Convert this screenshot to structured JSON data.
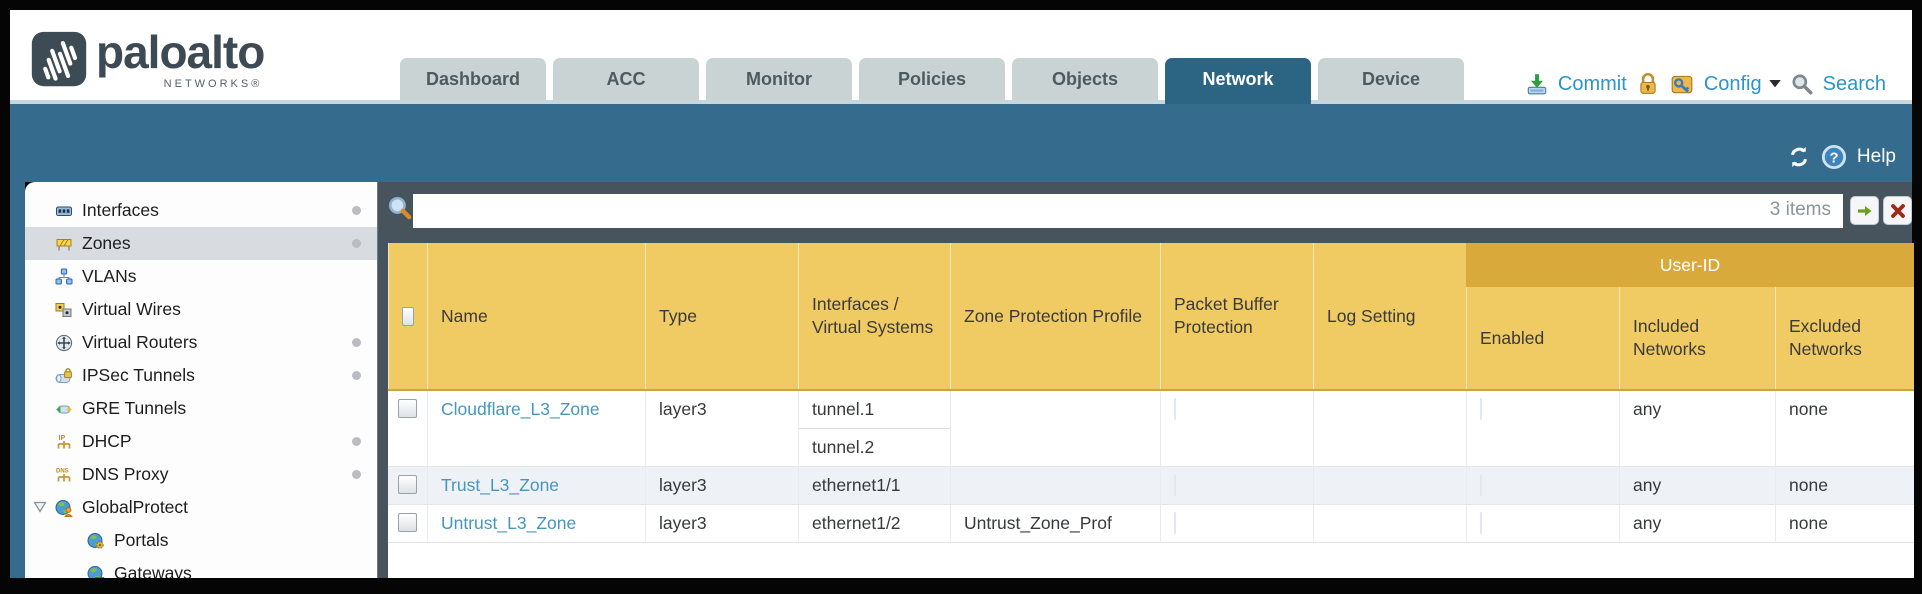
{
  "brand": {
    "name": "paloalto",
    "sub": "NETWORKS®"
  },
  "nav": {
    "tabs": [
      {
        "label": "Dashboard",
        "active": false
      },
      {
        "label": "ACC",
        "active": false
      },
      {
        "label": "Monitor",
        "active": false
      },
      {
        "label": "Policies",
        "active": false
      },
      {
        "label": "Objects",
        "active": false
      },
      {
        "label": "Network",
        "active": true
      },
      {
        "label": "Device",
        "active": false
      }
    ],
    "commit_label": "Commit",
    "config_label": "Config",
    "search_label": "Search"
  },
  "band": {
    "help_label": "Help"
  },
  "sidebar": {
    "items": [
      {
        "label": "Interfaces",
        "icon": "interfaces",
        "dot": true,
        "selected": false,
        "indent": false,
        "expander": false
      },
      {
        "label": "Zones",
        "icon": "zones",
        "dot": true,
        "selected": true,
        "indent": false,
        "expander": false
      },
      {
        "label": "VLANs",
        "icon": "vlans",
        "dot": false,
        "selected": false,
        "indent": false,
        "expander": false
      },
      {
        "label": "Virtual Wires",
        "icon": "virtual-wires",
        "dot": false,
        "selected": false,
        "indent": false,
        "expander": false
      },
      {
        "label": "Virtual Routers",
        "icon": "virtual-routers",
        "dot": true,
        "selected": false,
        "indent": false,
        "expander": false
      },
      {
        "label": "IPSec Tunnels",
        "icon": "ipsec-tunnels",
        "dot": true,
        "selected": false,
        "indent": false,
        "expander": false
      },
      {
        "label": "GRE Tunnels",
        "icon": "gre-tunnels",
        "dot": false,
        "selected": false,
        "indent": false,
        "expander": false
      },
      {
        "label": "DHCP",
        "icon": "dhcp",
        "dot": true,
        "selected": false,
        "indent": false,
        "expander": false
      },
      {
        "label": "DNS Proxy",
        "icon": "dns-proxy",
        "dot": true,
        "selected": false,
        "indent": false,
        "expander": false
      },
      {
        "label": "GlobalProtect",
        "icon": "globalprotect",
        "dot": false,
        "selected": false,
        "indent": false,
        "expander": true
      },
      {
        "label": "Portals",
        "icon": "portals",
        "dot": false,
        "selected": false,
        "indent": true,
        "expander": false
      },
      {
        "label": "Gateways",
        "icon": "gateways",
        "dot": false,
        "selected": false,
        "indent": true,
        "expander": false
      }
    ]
  },
  "toolbar": {
    "search_value": "",
    "items_count": "3 items"
  },
  "table": {
    "group_header": "User-ID",
    "columns": [
      "Name",
      "Type",
      "Interfaces / Virtual Systems",
      "Zone Protection Profile",
      "Packet Buffer Protection",
      "Log Setting",
      "Enabled",
      "Included Networks",
      "Excluded Networks"
    ],
    "rows": [
      {
        "name": "Cloudflare_L3_Zone",
        "type": "layer3",
        "interfaces": [
          "tunnel.1",
          "tunnel.2"
        ],
        "zone_protection_profile": "",
        "log_setting": "",
        "included_networks": "any",
        "excluded_networks": "none"
      },
      {
        "name": "Trust_L3_Zone",
        "type": "layer3",
        "interfaces": [
          "ethernet1/1"
        ],
        "zone_protection_profile": "",
        "log_setting": "",
        "included_networks": "any",
        "excluded_networks": "none"
      },
      {
        "name": "Untrust_L3_Zone",
        "type": "layer3",
        "interfaces": [
          "ethernet1/2"
        ],
        "zone_protection_profile": "Untrust_Zone_Prof",
        "log_setting": "",
        "included_networks": "any",
        "excluded_networks": "none"
      }
    ]
  },
  "colors": {
    "teal_band": "#356b8c",
    "active_tab": "#2c6484",
    "header_gold": "#f0ca63",
    "user_id_band": "#d9a93b",
    "link_blue": "#4796bd",
    "slate_bg": "#47545e"
  }
}
